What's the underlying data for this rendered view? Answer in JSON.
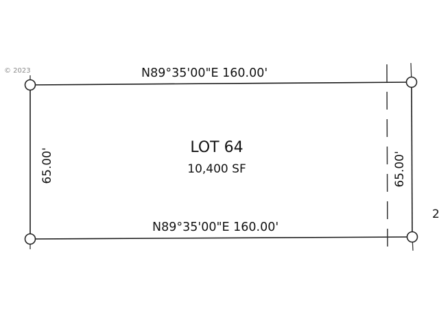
{
  "watermark": "© 2023",
  "lot": {
    "name": "LOT 64",
    "area": "10,400 SF"
  },
  "bearings": {
    "north": "N89°35'00\"E 160.00'",
    "south": "N89°35'00\"E 160.00'"
  },
  "distances": {
    "west": "65.00'",
    "east": "65.00'"
  },
  "edge_label": "2",
  "colors": {
    "line": "#1a1a1a",
    "text": "#111111",
    "background": "#ffffff"
  }
}
